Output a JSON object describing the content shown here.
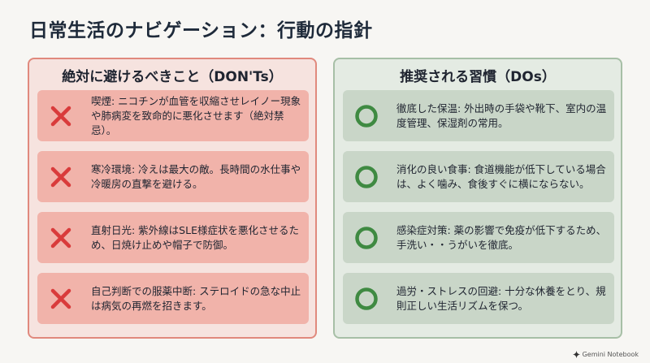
{
  "title": "日常生活のナビゲーション：行動の指針",
  "donts": {
    "heading": "絶対に避けるべきこと（DON'Ts）",
    "icon": "cross-icon",
    "color": "#d93b3b",
    "items": [
      {
        "text": "喫煙: ニコチンが血管を収縮させレイノー現象や肺病変を致命的に悪化させます（絶対禁忌）。"
      },
      {
        "text": "寒冷環境: 冷えは最大の敵。長時間の水仕事や冷暖房の直撃を避ける。"
      },
      {
        "text": "直射日光: 紫外線はSLE様症状を悪化させるため、日焼け止めや帽子で防御。"
      },
      {
        "text": "自己判断での服薬中断: ステロイドの急な中止は病気の再燃を招きます。"
      }
    ]
  },
  "dos": {
    "heading": "推奨される習慣（DOs）",
    "icon": "circle-icon",
    "color": "#3f8a42",
    "items": [
      {
        "text": "徹底した保温: 外出時の手袋や靴下、室内の温度管理、保湿剤の常用。"
      },
      {
        "text": "消化の良い食事: 食道機能が低下している場合は、よく噛み、食後すぐに横にならない。"
      },
      {
        "text": "感染症対策: 薬の影響で免疫が低下するため、手洗い・・うがいを徹底。"
      },
      {
        "text": "過労・ストレスの回避: 十分な休養をとり、規則正しい生活リズムを保つ。"
      }
    ]
  },
  "footer": {
    "label": "Gemini Notebook",
    "icon": "sparkle-icon"
  }
}
